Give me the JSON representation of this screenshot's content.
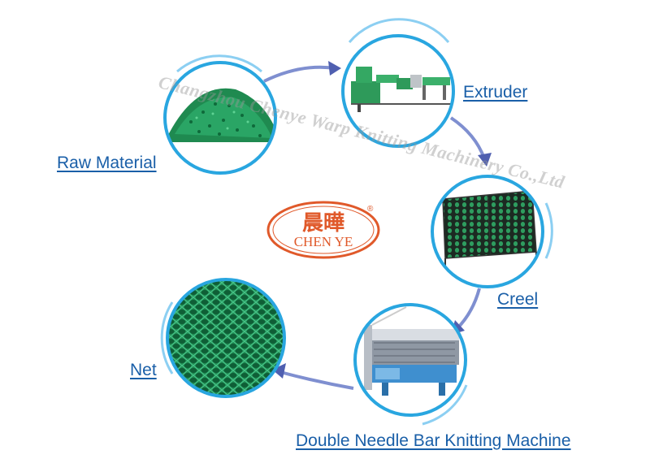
{
  "stages": {
    "raw_material": "Raw Material",
    "extruder": "Extruder",
    "creel": "Creel",
    "knitting_machine": "Double Needle Bar Knitting Machine",
    "net": "Net"
  },
  "watermark": "Changzhou Chenye Warp Knitting Machinery Co.,Ltd",
  "logo": {
    "chinese": "晨曄",
    "english": "CHEN YE",
    "registered": "®"
  },
  "colors": {
    "ring": "#29a6e0",
    "arc": "#8ccff2",
    "arrow": "#4f5fb0",
    "label": "#1a5fa8",
    "logo": "#e0592a",
    "green": "#23915b"
  },
  "icons": [
    "pellets-image",
    "extruder-machine-image",
    "creel-machine-image",
    "knitting-machine-image",
    "net-mesh-image"
  ]
}
